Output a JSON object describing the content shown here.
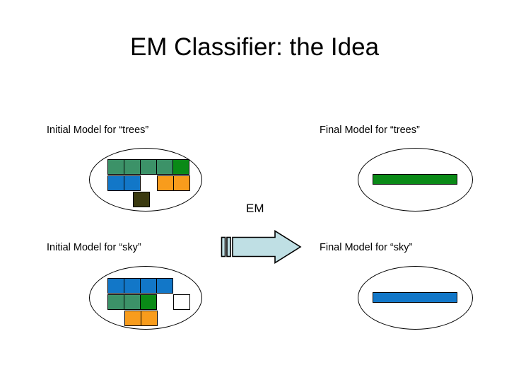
{
  "slide": {
    "title": "EM Classifier: the Idea",
    "background_color": "#ffffff",
    "text_color": "#000000"
  },
  "labels": {
    "initial_trees": "Initial Model for “trees”",
    "final_trees": "Final Model for “trees”",
    "initial_sky": "Initial Model for “sky”",
    "final_sky": "Final Model for “sky”",
    "em": "EM"
  },
  "palette": {
    "medium_green": "#3c9268",
    "pure_green": "#0a8a17",
    "blue": "#1277c8",
    "orange": "#f89c1c",
    "dark_olive": "#3b3a10",
    "white": "#ffffff",
    "outline": "#000000",
    "arrow_fill": "#bfdfe4",
    "arrow_outline": "#000000"
  },
  "diagram": {
    "initial_trees_grid": {
      "name": "initial-model-trees-grid",
      "rows": [
        {
          "cells": [
            {
              "color": "#3c9268",
              "type": "block"
            },
            {
              "color": "#3c9268",
              "type": "block"
            },
            {
              "color": "#3c9268",
              "type": "block"
            },
            {
              "color": "#3c9268",
              "type": "block"
            },
            {
              "color": "#0a8a17",
              "type": "block"
            }
          ]
        },
        {
          "cells": [
            {
              "color": "#1277c8",
              "type": "block"
            },
            {
              "color": "#1277c8",
              "type": "block"
            },
            {
              "color": "transparent",
              "type": "gap"
            },
            {
              "color": "#f89c1c",
              "type": "block"
            },
            {
              "color": "#f89c1c",
              "type": "block"
            }
          ]
        },
        {
          "cells": [
            {
              "color": "#3b3a10",
              "type": "block"
            }
          ]
        }
      ]
    },
    "initial_sky_grid": {
      "name": "initial-model-sky-grid",
      "rows": [
        {
          "cells": [
            {
              "color": "#1277c8",
              "type": "block"
            },
            {
              "color": "#1277c8",
              "type": "block"
            },
            {
              "color": "#1277c8",
              "type": "block"
            },
            {
              "color": "#1277c8",
              "type": "block"
            }
          ]
        },
        {
          "cells": [
            {
              "color": "#3c9268",
              "type": "block"
            },
            {
              "color": "#3c9268",
              "type": "block"
            },
            {
              "color": "#0a8a17",
              "type": "block"
            },
            {
              "color": "transparent",
              "type": "gap"
            },
            {
              "color": "#ffffff",
              "type": "block"
            }
          ]
        },
        {
          "cells": [
            {
              "color": "#f89c1c",
              "type": "block"
            },
            {
              "color": "#f89c1c",
              "type": "block"
            }
          ]
        }
      ]
    },
    "final_trees_bar": {
      "name": "final-model-trees-bar",
      "color": "#0a8a17"
    },
    "final_sky_bar": {
      "name": "final-model-sky-bar",
      "color": "#1277c8"
    },
    "arrow": {
      "name": "em-arrow",
      "direction": "right",
      "fill": "#bfdfe4",
      "outline": "#000000",
      "tail_stripes": 2
    }
  }
}
